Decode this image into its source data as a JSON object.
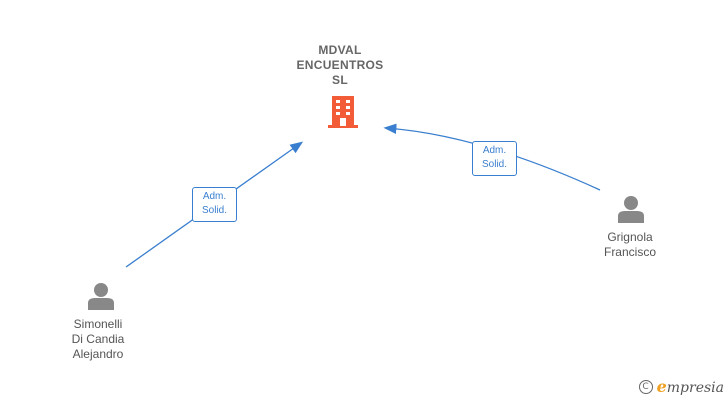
{
  "company": {
    "name_lines": [
      "MDVAL",
      "ENCUENTROS",
      "SL"
    ],
    "icon": "building-icon",
    "icon_color": "#f25c36"
  },
  "persons": [
    {
      "id": "grignola",
      "name_lines": [
        "Grignola",
        "Francisco"
      ],
      "icon": "person-icon"
    },
    {
      "id": "simonelli",
      "name_lines": [
        "Simonelli",
        "Di Candia",
        "Alejandro"
      ],
      "icon": "person-icon"
    }
  ],
  "relations": [
    {
      "from": "simonelli",
      "label_lines": [
        "Adm.",
        "Solid."
      ]
    },
    {
      "from": "grignola",
      "label_lines": [
        "Adm.",
        "Solid."
      ]
    }
  ],
  "brand": {
    "copyright_symbol": "C",
    "initial": "e",
    "name_rest": "mpresia"
  },
  "colors": {
    "edge": "#3a7fcf",
    "person": "#888888",
    "text": "#555555"
  }
}
